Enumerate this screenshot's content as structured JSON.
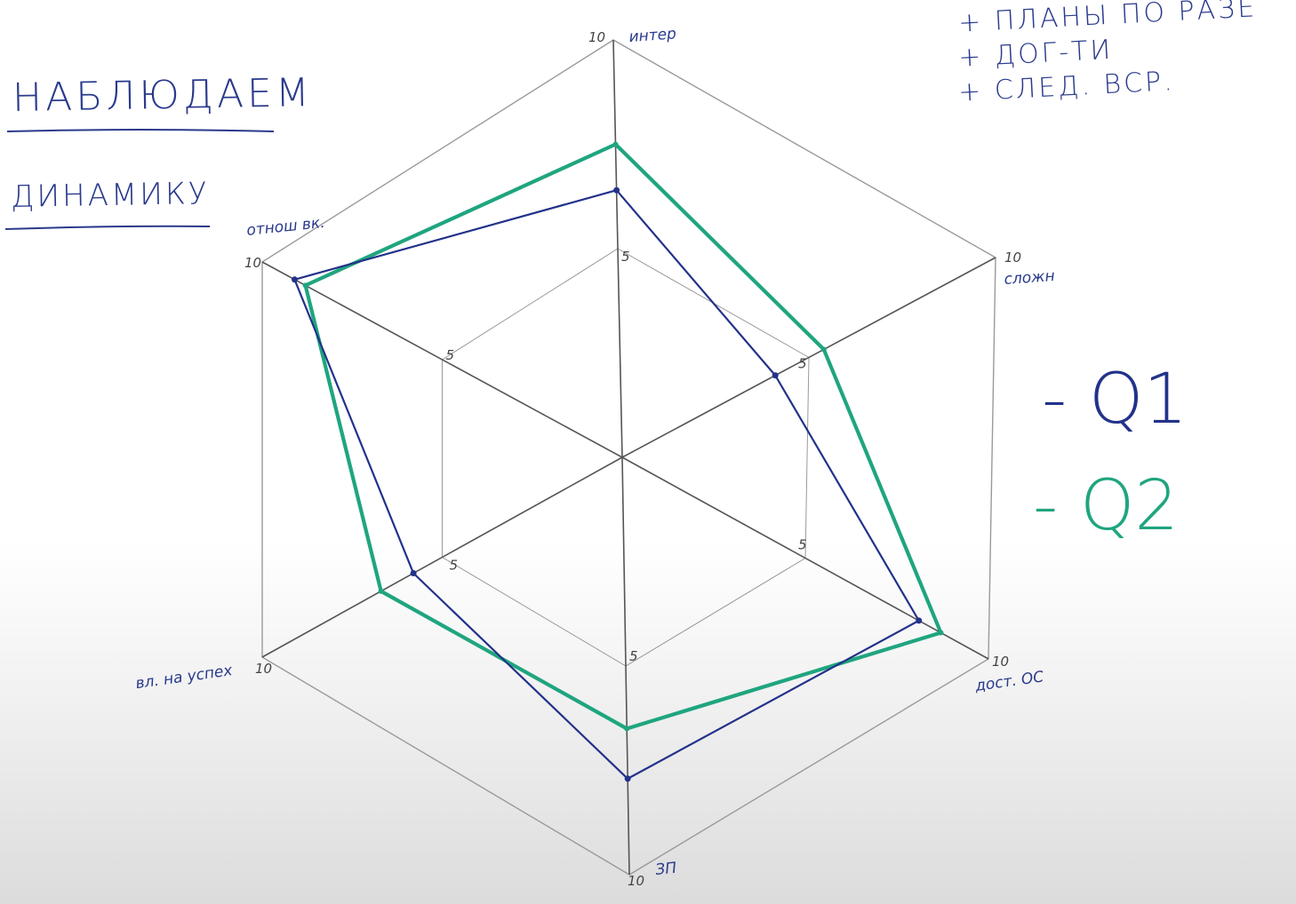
{
  "title": {
    "line1": "НАБЛЮДАЕМ",
    "line2": "ДИНАМИКУ"
  },
  "notes": [
    "+ ПЛАНЫ ПО РАЗЕ",
    "+ ДОГ-ТИ",
    "+ СЛЕД. ВСР."
  ],
  "legend": [
    {
      "label": "- Q1",
      "color": "#22328a"
    },
    {
      "label": "- Q2",
      "color": "#1fa57f"
    }
  ],
  "colors": {
    "grid": "#9a9a9a",
    "axis": "#555555",
    "q1": "#22328a",
    "q2": "#1fa57f"
  },
  "chart_data": {
    "type": "radar",
    "axes": [
      "интер",
      "сложн",
      "дост. ОС",
      "ЗП",
      "вл. на успех",
      "отнош вк."
    ],
    "axis_max": 10,
    "rings": [
      5,
      10
    ],
    "ring_labels": [
      "5",
      "10"
    ],
    "series": [
      {
        "name": "Q1",
        "values": [
          6.4,
          4.1,
          8.1,
          7.7,
          5.8,
          9.1
        ]
      },
      {
        "name": "Q2",
        "values": [
          7.5,
          5.4,
          8.7,
          6.5,
          6.7,
          8.8
        ]
      }
    ]
  }
}
